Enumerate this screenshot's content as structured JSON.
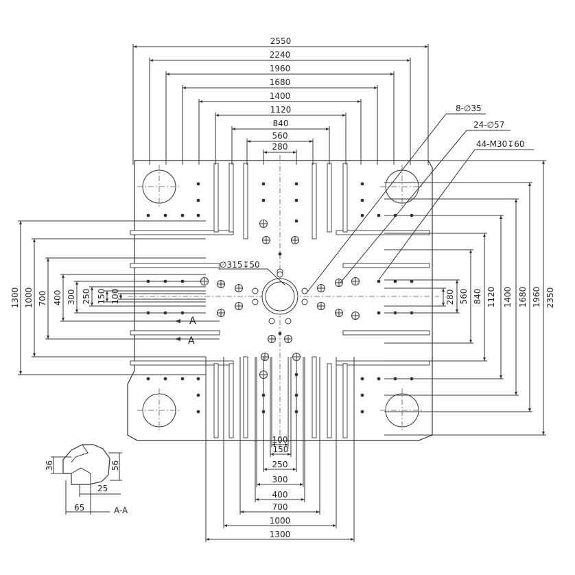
{
  "top_dims": [
    "2550",
    "2240",
    "1960",
    "1680",
    "1400",
    "1120",
    "840",
    "560",
    "280"
  ],
  "right_dims": [
    "280",
    "560",
    "840",
    "1120",
    "1400",
    "1680",
    "1960",
    "2350"
  ],
  "left_dims": [
    "1300",
    "1000",
    "700",
    "400",
    "300",
    "250",
    "150",
    "100"
  ],
  "bottom_dims": [
    "100",
    "150",
    "250",
    "300",
    "400",
    "700",
    "1000",
    "1300"
  ],
  "callouts": {
    "hole_35": "8-∅35",
    "hole_57": "24-∅57",
    "tapped": "44-M30↧60",
    "center_bore": "∅315↧50"
  },
  "section": {
    "arrow_label_1": "A",
    "arrow_label_2": "A",
    "title": "A-A",
    "dims": [
      "36",
      "56",
      "25",
      "65"
    ]
  }
}
